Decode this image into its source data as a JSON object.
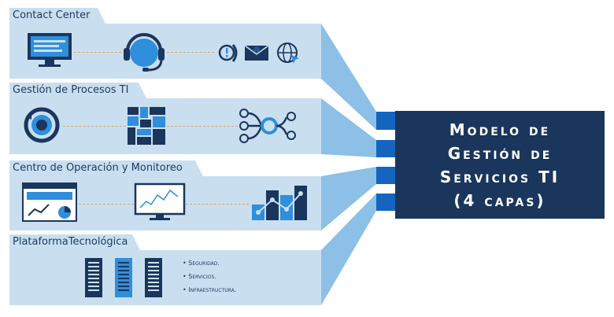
{
  "layers": [
    {
      "label": "Contact Center"
    },
    {
      "label": "Gestión de Procesos TI"
    },
    {
      "label": "Centro de Operación y Monitoreo"
    },
    {
      "label": "PlataformaTecnológica"
    }
  ],
  "model": {
    "line1": "Modelo de",
    "line2": "Gestión de",
    "line3": "Servicios TI",
    "line4": "(4 capas)"
  },
  "platform_items": [
    "Seguridad.",
    "Servicios.",
    "Infraestructura."
  ],
  "colors": {
    "band": "#c9dff0",
    "funnel": "#8cc0e6",
    "connector": "#1565c0",
    "model_box": "#1b365d",
    "icon_dark": "#1b365d",
    "icon_blue": "#2f8fdc",
    "dash": "#e0a45a"
  },
  "icons": [
    "monitor-icon",
    "headset-icon",
    "phone-icon",
    "mail-icon",
    "globe-icon",
    "gear-cycle-icon",
    "grid-blocks-icon",
    "flow-network-icon",
    "dashboard-icon",
    "line-chart-monitor-icon",
    "bar-chart-icon",
    "server-rack-icon"
  ]
}
